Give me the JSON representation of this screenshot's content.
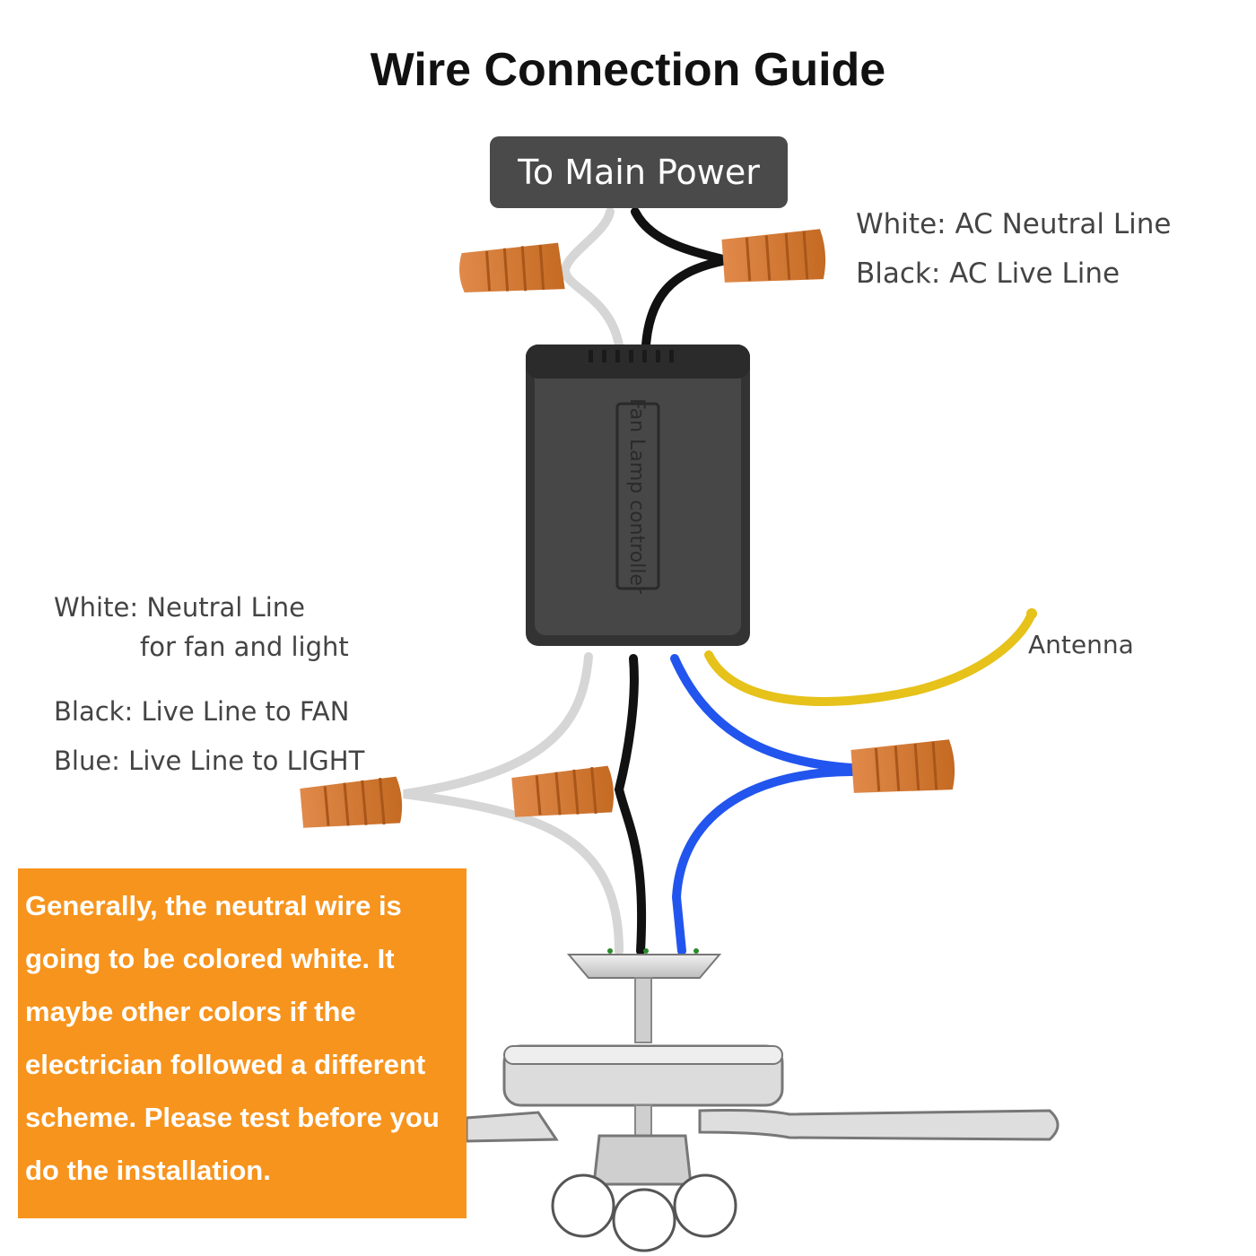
{
  "title": "Wire Connection Guide",
  "power_label": "To Main Power",
  "labels": {
    "ac_neutral": "White: AC Neutral Line",
    "ac_live": "Black: AC Live Line",
    "neutral_fan_light_1": "White: Neutral Line",
    "neutral_fan_light_2": "for fan and light",
    "live_fan": "Black: Live Line to FAN",
    "live_light": "Blue: Live Line to LIGHT",
    "antenna": "Antenna",
    "controller_text": "Fan Lamp controller"
  },
  "note": {
    "lines": [
      "Generally, the neutral wire is",
      "going to be colored white. It",
      "maybe other colors if the",
      "electrician followed a different",
      "scheme. Please test before you",
      "do the installation."
    ]
  },
  "colors": {
    "white_wire": "#d6d6d6",
    "black_wire": "#111111",
    "blue_wire": "#2255ee",
    "antenna_wire": "#e6c21a",
    "wire_nut": "#d97b2e",
    "controller": "#3d3d3d",
    "note_background": "#f7941d"
  }
}
